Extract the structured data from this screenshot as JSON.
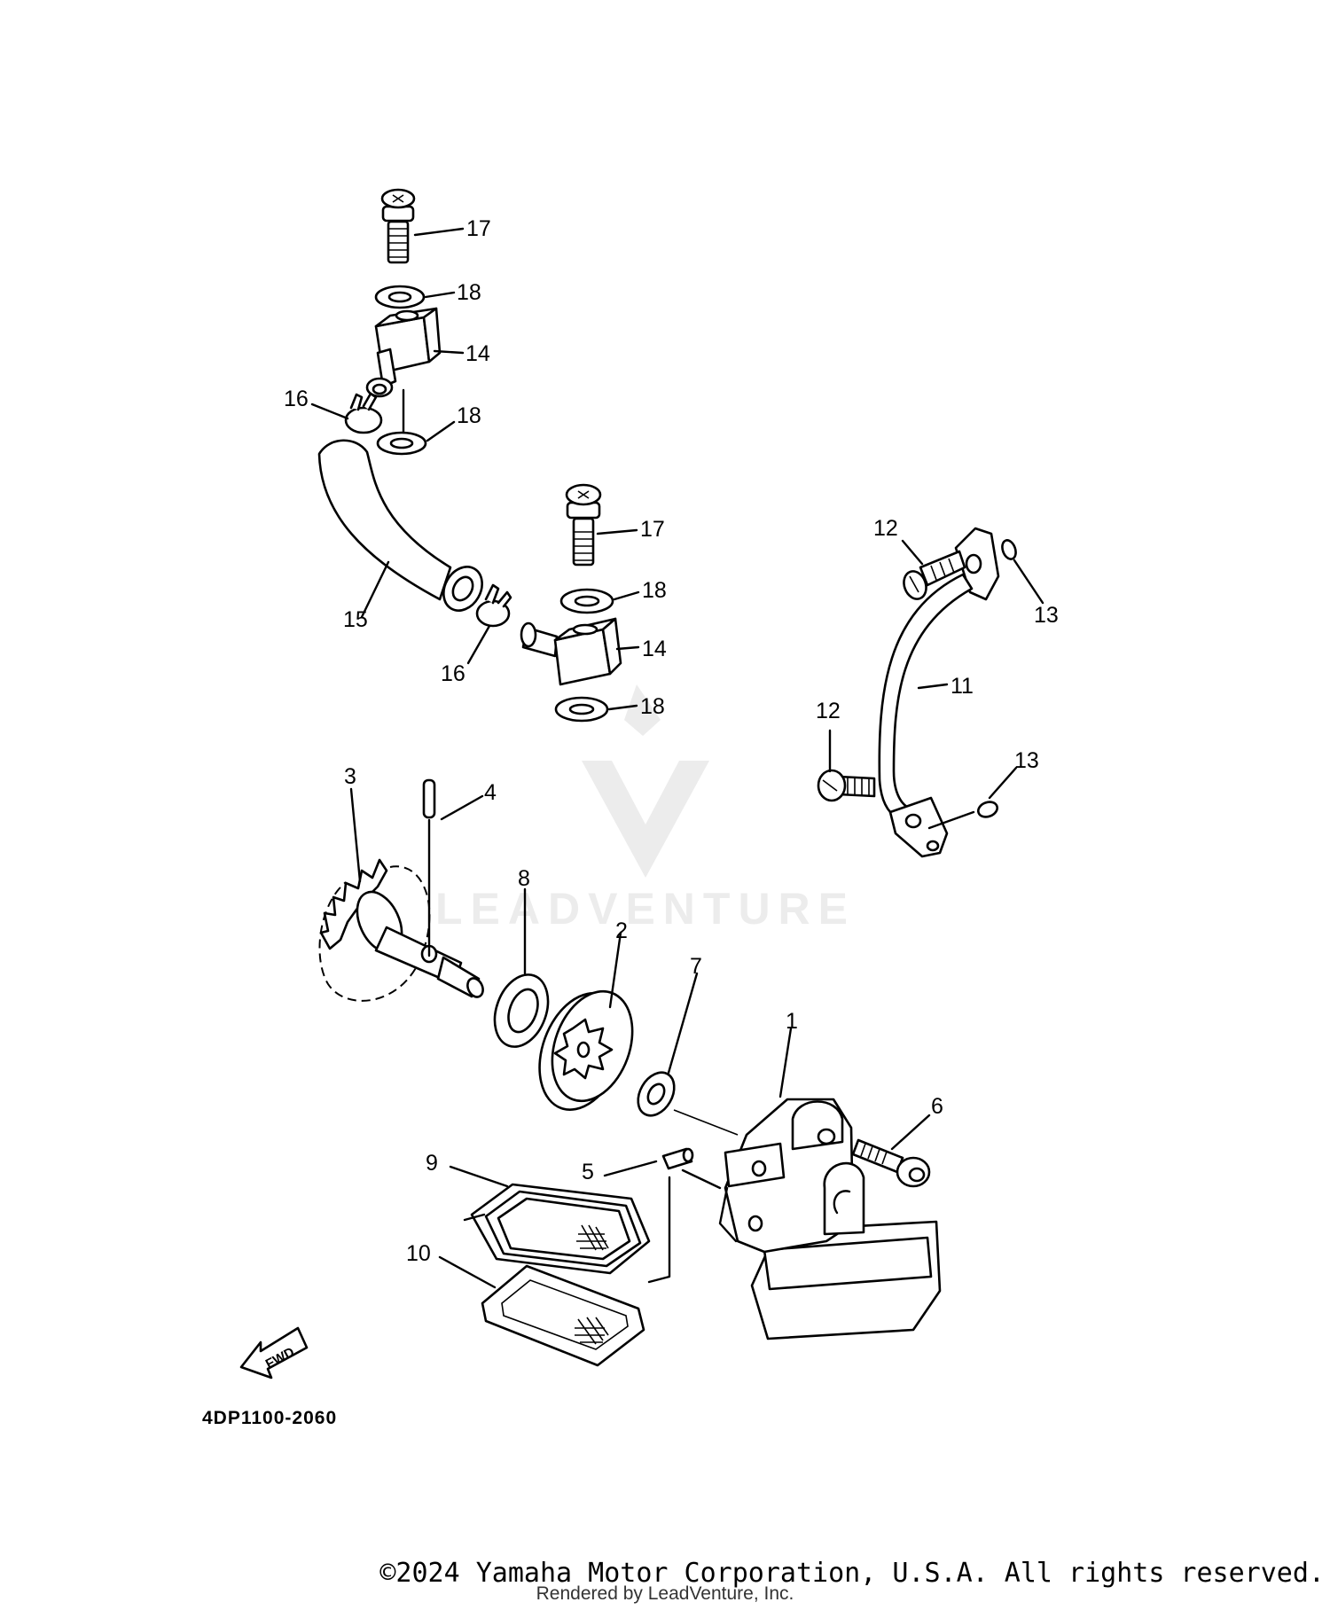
{
  "diagram": {
    "part_code": "4DP1100-2060",
    "fwd_label": "FWD",
    "watermark": "LEADVENTURE",
    "callouts": {
      "c1": "1",
      "c2": "2",
      "c3": "3",
      "c4": "4",
      "c5": "5",
      "c6": "6",
      "c7": "7",
      "c8": "8",
      "c9": "9",
      "c10": "10",
      "c11": "11",
      "c12a": "12",
      "c12b": "12",
      "c13a": "13",
      "c13b": "13",
      "c14a": "14",
      "c14b": "14",
      "c15": "15",
      "c16a": "16",
      "c16b": "16",
      "c17a": "17",
      "c17b": "17",
      "c18a": "18",
      "c18b": "18",
      "c18c": "18",
      "c18d": "18"
    }
  },
  "footer": {
    "copyright": "©2024 Yamaha Motor Corporation, U.S.A. All rights reserved.",
    "rendered_by": "Rendered by LeadVenture, Inc."
  }
}
